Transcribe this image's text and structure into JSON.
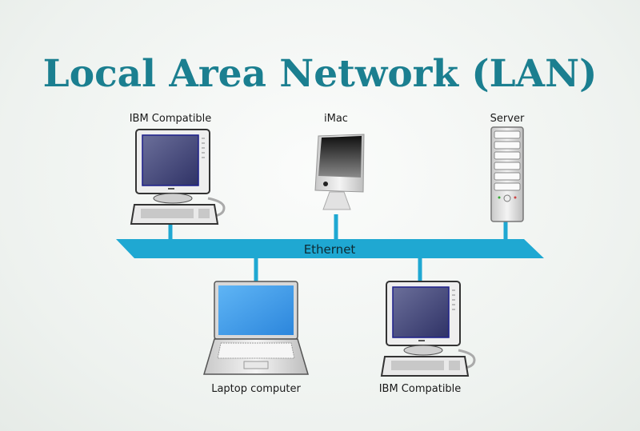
{
  "title": "Local Area Network (LAN)",
  "bus_label": "Ethernet",
  "colors": {
    "title": "#1b7f90",
    "bus": "#1fa8d2"
  },
  "nodes": {
    "top": [
      {
        "label": "IBM Compatible",
        "icon": "desktop-computer-icon"
      },
      {
        "label": "iMac",
        "icon": "imac-icon"
      },
      {
        "label": "Server",
        "icon": "server-tower-icon"
      }
    ],
    "bottom": [
      {
        "label": "Laptop computer",
        "icon": "laptop-icon"
      },
      {
        "label": "IBM Compatible",
        "icon": "desktop-computer-icon"
      }
    ]
  }
}
